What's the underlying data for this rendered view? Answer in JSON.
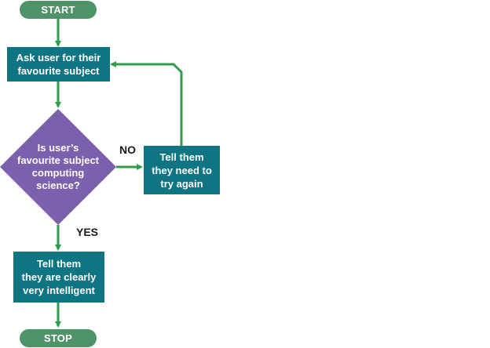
{
  "colors": {
    "terminal": "#4f9468",
    "process": "#0f7583",
    "decision": "#7b60ad",
    "connector": "#2e9c4c",
    "text": "#ffffff",
    "label": "#1a1a1a"
  },
  "nodes": {
    "start": "START",
    "ask": "Ask user for their\nfavourite subject",
    "decision": "Is user’s\nfavourite subject\ncomputing\nscience?",
    "retry": "Tell them\nthey need to\ntry again",
    "success": "Tell them\nthey are clearly\nvery intelligent",
    "stop": "STOP"
  },
  "edge_labels": {
    "no": "NO",
    "yes": "YES"
  }
}
